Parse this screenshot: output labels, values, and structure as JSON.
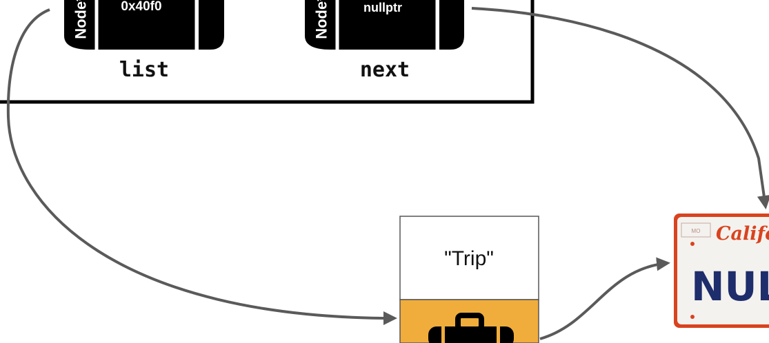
{
  "stack_frame": {
    "variables": [
      {
        "name": "list",
        "type_label": "Node*",
        "value": "0x40f0"
      },
      {
        "name": "next",
        "type_label": "Node*",
        "value": "nullptr"
      }
    ]
  },
  "heap_node": {
    "data_text": "\"Trip\"",
    "next_field_icon": "suitcase-icon",
    "next_field_color": "#f0ad3c"
  },
  "null_plate": {
    "state_text": "California",
    "plate_text": "NULL",
    "corner_tag": "MO",
    "border_color": "#d9431e"
  },
  "colors": {
    "arrow": "#5a5a5a",
    "box_fill": "#000000"
  }
}
